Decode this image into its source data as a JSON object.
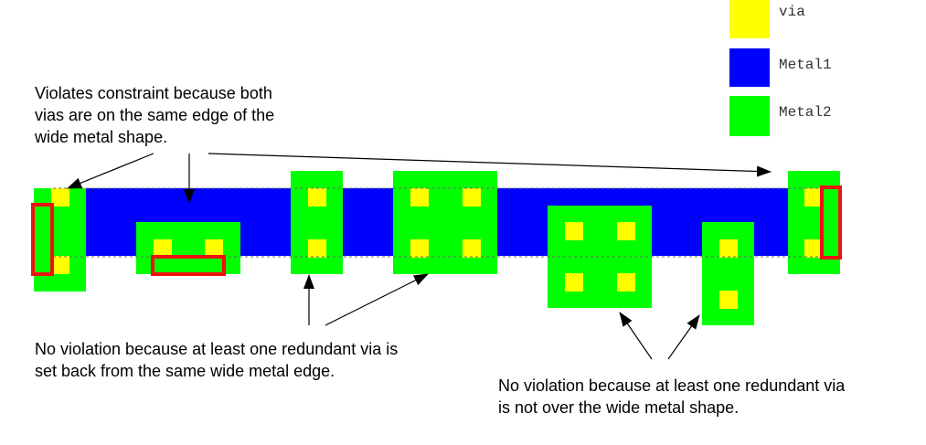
{
  "legend": {
    "via": {
      "label": "via",
      "color": "#ffff00"
    },
    "metal1": {
      "label": "Metal1",
      "color": "#0000ff"
    },
    "metal2": {
      "label": "Metal2",
      "color": "#00ff00"
    }
  },
  "notes": {
    "violation": [
      "Violates constraint because both",
      "vias are on the same edge of the",
      "wide metal shape."
    ],
    "setback": [
      "No violation because at least one redundant via is",
      "set back from the same wide metal edge."
    ],
    "not_over": [
      "No violation because at least one redundant via",
      "is not over the wide metal shape."
    ]
  },
  "colors": {
    "violation_marker": "#ee1111",
    "edge_dash": "#6b6b6b",
    "arrow": "#000000"
  }
}
